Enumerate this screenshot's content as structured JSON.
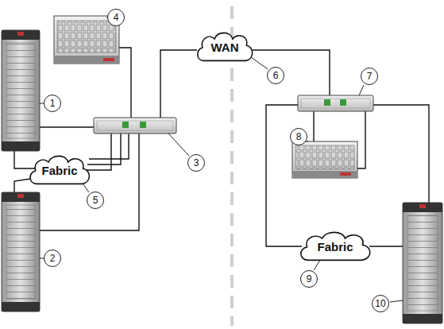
{
  "diagram": {
    "nodes": [
      {
        "text": [
          "WAN"
        ]
      },
      {
        "text": [
          "Fabric"
        ]
      },
      {
        "text": [
          "Fabric"
        ]
      }
    ],
    "labels": [
      "1",
      "2",
      "3",
      "4",
      "5",
      "6",
      "7",
      "8",
      "9",
      "10"
    ]
  }
}
